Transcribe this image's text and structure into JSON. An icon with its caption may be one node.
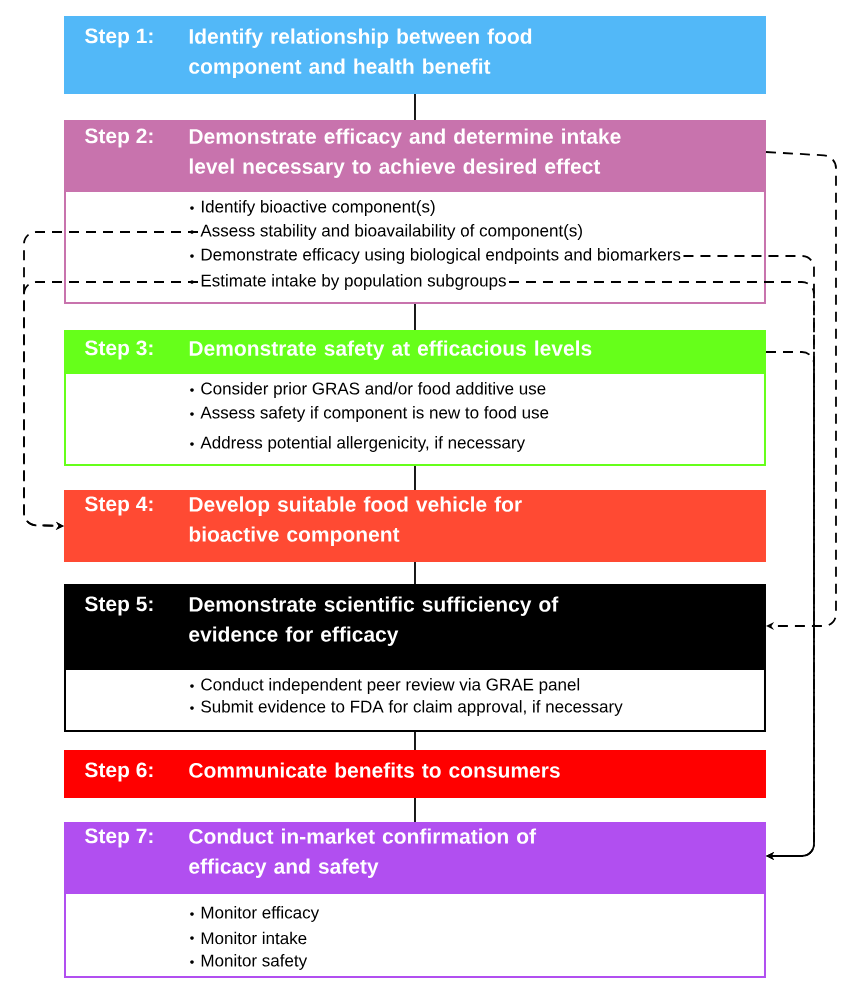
{
  "diagram": {
    "nodes": [
      {
        "text": [
          "Step 1:",
          "Identify relationship between food component and health benefit"
        ]
      },
      {
        "text": [
          "Step 2:",
          "Demonstrate efficacy and determine intake level necessary to achieve desired effect"
        ]
      },
      {
        "text": [
          "Identify bioactive component(s)"
        ],
        "in": 1
      },
      {
        "text": [
          "Assess stability and bioavailability of component(s)"
        ],
        "in": 1
      },
      {
        "text": [
          "Demonstrate efficacy using biological endpoints and biomarkers"
        ],
        "in": 1
      },
      {
        "text": [
          "Estimate intake by population subgroups"
        ],
        "in": 1
      },
      {
        "text": [
          "Step 3:",
          "Demonstrate safety at efficacious levels"
        ]
      },
      {
        "text": [
          "Consider prior GRAS and/or food additive use"
        ],
        "in": 6
      },
      {
        "text": [
          "Assess safety if component is new to food use"
        ],
        "in": 6
      },
      {
        "text": [
          "Address potential allergenicity, if necessary"
        ],
        "in": 6
      },
      {
        "text": [
          "Step 4:",
          "Develop suitable food vehicle for bioactive component"
        ]
      },
      {
        "text": [
          "Step 5:",
          "Demonstrate scientific sufficiency of evidence for efficacy"
        ]
      },
      {
        "text": [
          "Conduct independent peer review via GRAE panel"
        ],
        "in": 11
      },
      {
        "text": [
          "Submit evidence to FDA for claim approval, if necessary"
        ],
        "in": 11
      },
      {
        "text": [
          "Step 6:",
          "Communicate benefits to consumers"
        ]
      },
      {
        "text": [
          "Step 7:",
          "Conduct in-market confirmation of efficacy and safety"
        ]
      },
      {
        "text": [
          "Monitor efficacy"
        ],
        "in": 15
      },
      {
        "text": [
          "Monitor intake"
        ],
        "in": 15
      },
      {
        "text": [
          "Monitor safety"
        ],
        "in": 15
      }
    ],
    "edges": [
      {
        "from": 0,
        "to": 1,
        "arrow": "none"
      },
      {
        "from": 1,
        "to": 6,
        "arrow": "none"
      },
      {
        "from": 6,
        "to": 10,
        "arrow": "none"
      },
      {
        "from": 10,
        "to": 11,
        "arrow": "none"
      },
      {
        "from": 11,
        "to": 14,
        "arrow": "none"
      },
      {
        "from": 14,
        "to": 15,
        "arrow": "none"
      },
      {
        "from": 1,
        "to": 11,
        "arrow": "to",
        "style": "dashed"
      },
      {
        "from": 4,
        "to": 15,
        "arrow": "to",
        "style": "dashed"
      },
      {
        "from": 5,
        "to": 15,
        "arrow": "to",
        "style": "dashed"
      },
      {
        "from": 6,
        "to": 15,
        "arrow": "to",
        "style": "dashed"
      },
      {
        "from": 3,
        "to": 10,
        "arrow": "to",
        "style": "dashed"
      },
      {
        "from": 5,
        "to": 10,
        "arrow": "to",
        "style": "dashed"
      }
    ]
  }
}
